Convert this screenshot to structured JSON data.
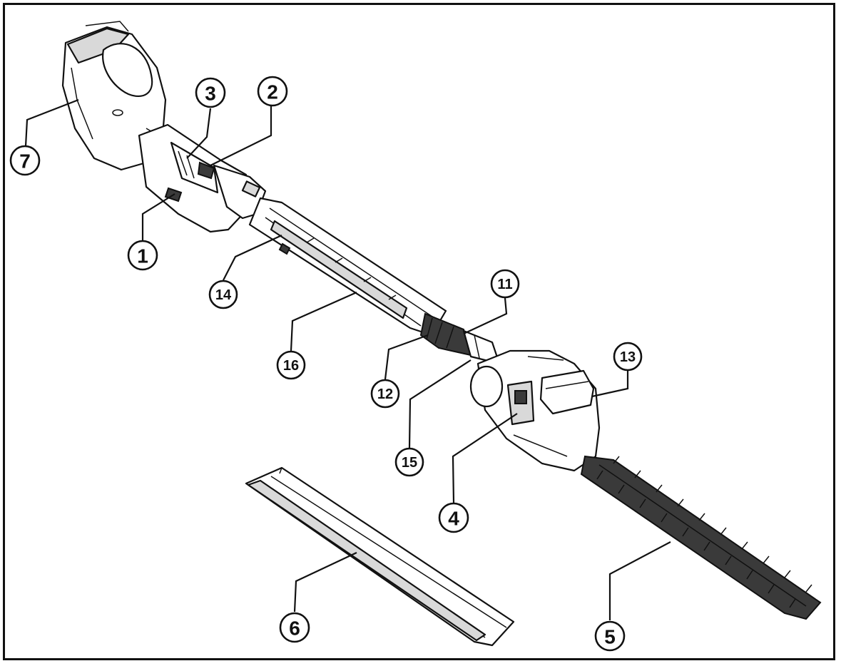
{
  "callouts": [
    {
      "id": "callout-1",
      "label": "1"
    },
    {
      "id": "callout-2",
      "label": "2"
    },
    {
      "id": "callout-3",
      "label": "3"
    },
    {
      "id": "callout-4",
      "label": "4"
    },
    {
      "id": "callout-5",
      "label": "5"
    },
    {
      "id": "callout-6",
      "label": "6"
    },
    {
      "id": "callout-7",
      "label": "7"
    },
    {
      "id": "callout-11",
      "label": "11"
    },
    {
      "id": "callout-12",
      "label": "12"
    },
    {
      "id": "callout-13",
      "label": "13"
    },
    {
      "id": "callout-14",
      "label": "14"
    },
    {
      "id": "callout-15",
      "label": "15"
    },
    {
      "id": "callout-16",
      "label": "16"
    }
  ]
}
